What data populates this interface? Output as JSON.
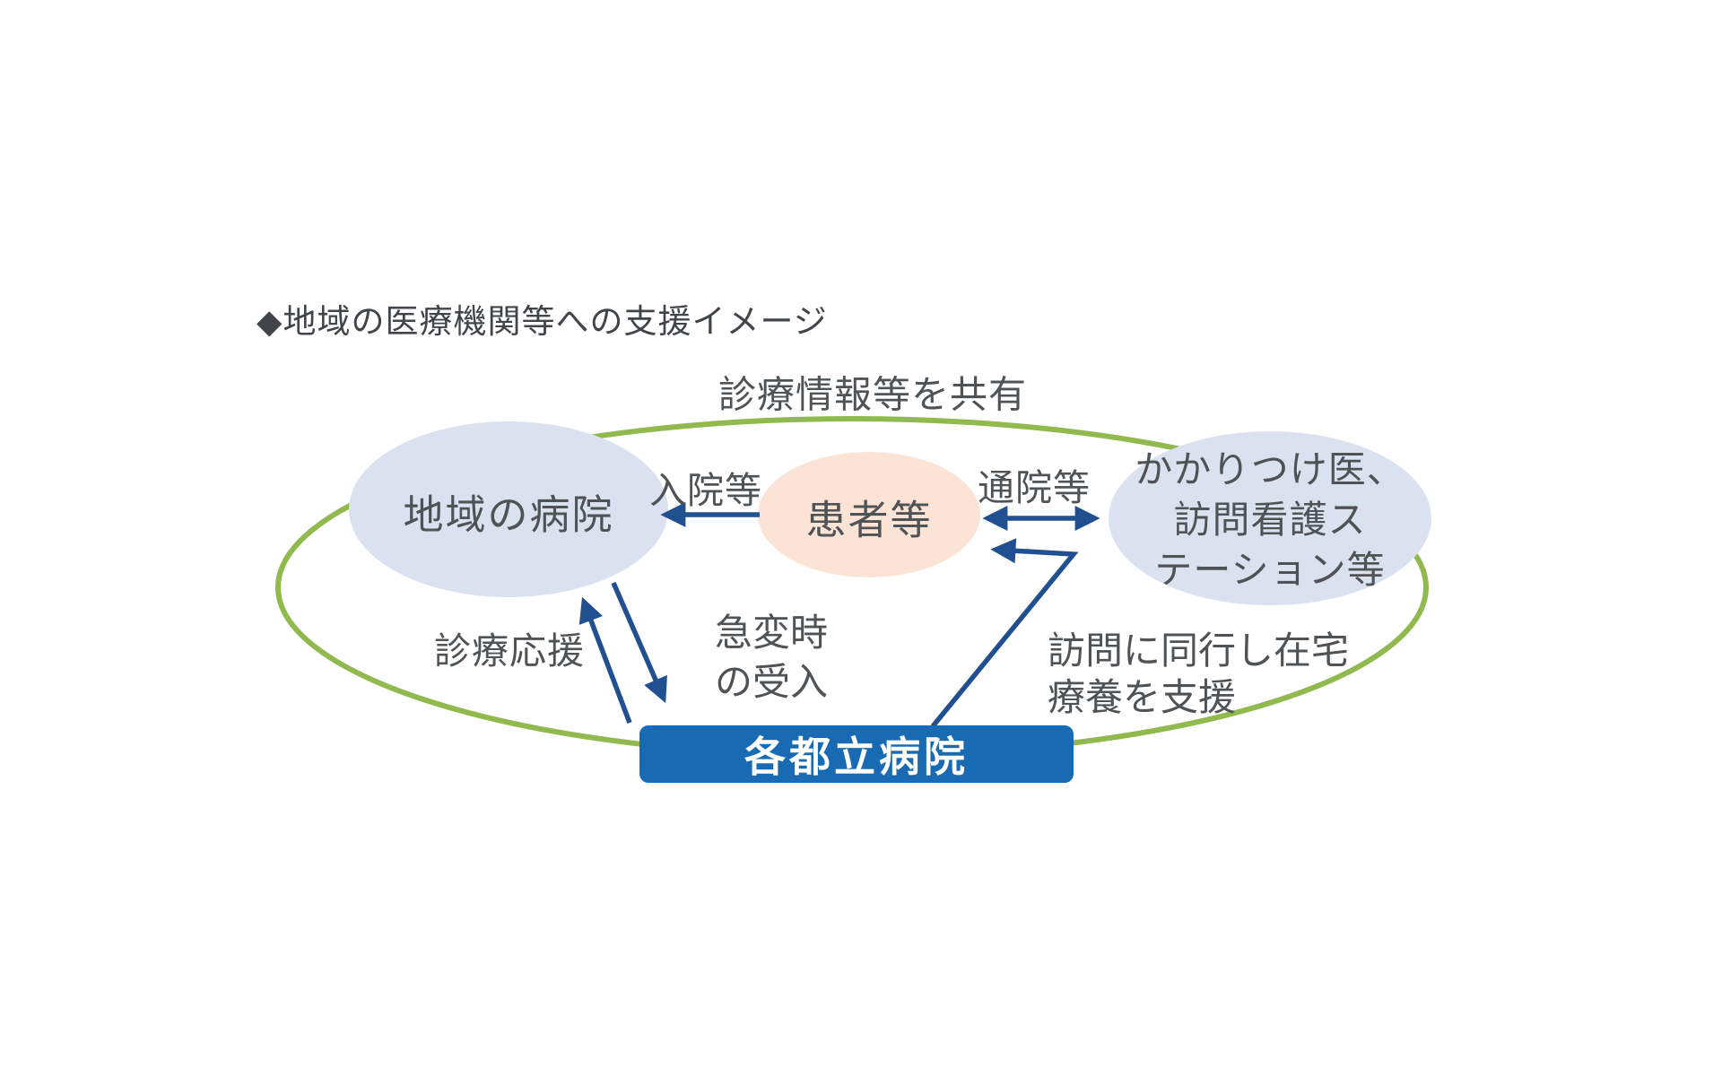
{
  "title": "◆地域の医療機関等への支援イメージ",
  "diagram": {
    "share_label": "診療情報等を共有",
    "nodes": {
      "regional_hospital": "地域の病院",
      "patient": "患者等",
      "primary_care_lines": [
        "かかりつけ医、",
        "訪問看護ス",
        "テーション等"
      ],
      "metropolitan_hospital": "各都立病院"
    },
    "edge_labels": {
      "hospitalization": "入院等",
      "outpatient": "通院等",
      "clinical_support": "診療応援",
      "emergency_acceptance_lines": [
        "急変時",
        "の受入"
      ],
      "home_care_lines": [
        "訪問に同行し在宅",
        "療養を支援"
      ]
    },
    "colors": {
      "node_fill": "#dbe2ef",
      "patient_fill": "#fbe4d6",
      "hospital_box_fill": "#186ab2",
      "hospital_box_text": "#ffffff",
      "arrow": "#20508f",
      "network_loop": "#90b94e",
      "label_text": "#505356"
    }
  }
}
